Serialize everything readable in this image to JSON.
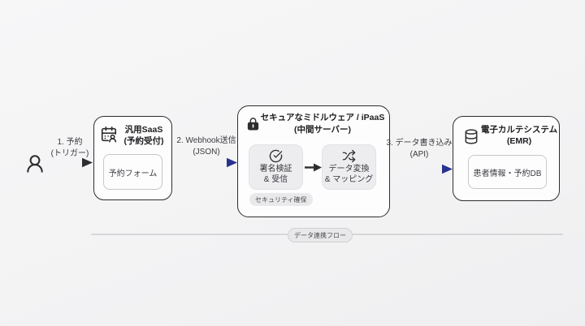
{
  "diagram": {
    "flow_pill_label": "データ連携フロー",
    "arrows": [
      {
        "line1": "1. 予約",
        "line2": "(トリガー)",
        "color": "#2e2e30"
      },
      {
        "line1": "2. Webhook送信",
        "line2": "(JSON)",
        "color": "#2c3a96"
      },
      {
        "line1": "3. データ書き込み",
        "line2": "(API)",
        "color": "#2c3a96"
      }
    ],
    "nodes": [
      {
        "icon": "calendar-user-icon",
        "title1": "汎用SaaS",
        "title2": "(予約受付)",
        "inner_label": "予約フォーム"
      },
      {
        "icon": "lock-icon",
        "title1": "セキュアなミドルウェア / iPaaS",
        "title2": "(中間サーバー)",
        "steps": [
          {
            "icon": "circle-check-icon",
            "line1": "署名検証",
            "line2": "& 受信"
          },
          {
            "icon": "shuffle-icon",
            "line1": "データ変換",
            "line2": "& マッピング"
          }
        ],
        "badge": "セキュリティ確保"
      },
      {
        "icon": "database-icon",
        "title1": "電子カルテシステム",
        "title2": "(EMR)",
        "inner_label": "患者情報・予約DB"
      }
    ],
    "colors": {
      "background": "#f3f3f4",
      "node_border": "#2e2e30",
      "process_fill": "#ededf0",
      "badge_fill": "#e9e9eb",
      "arrow_gray": "#2e2e30",
      "arrow_blue": "#2c3a96",
      "divider": "#d6d6da"
    }
  }
}
